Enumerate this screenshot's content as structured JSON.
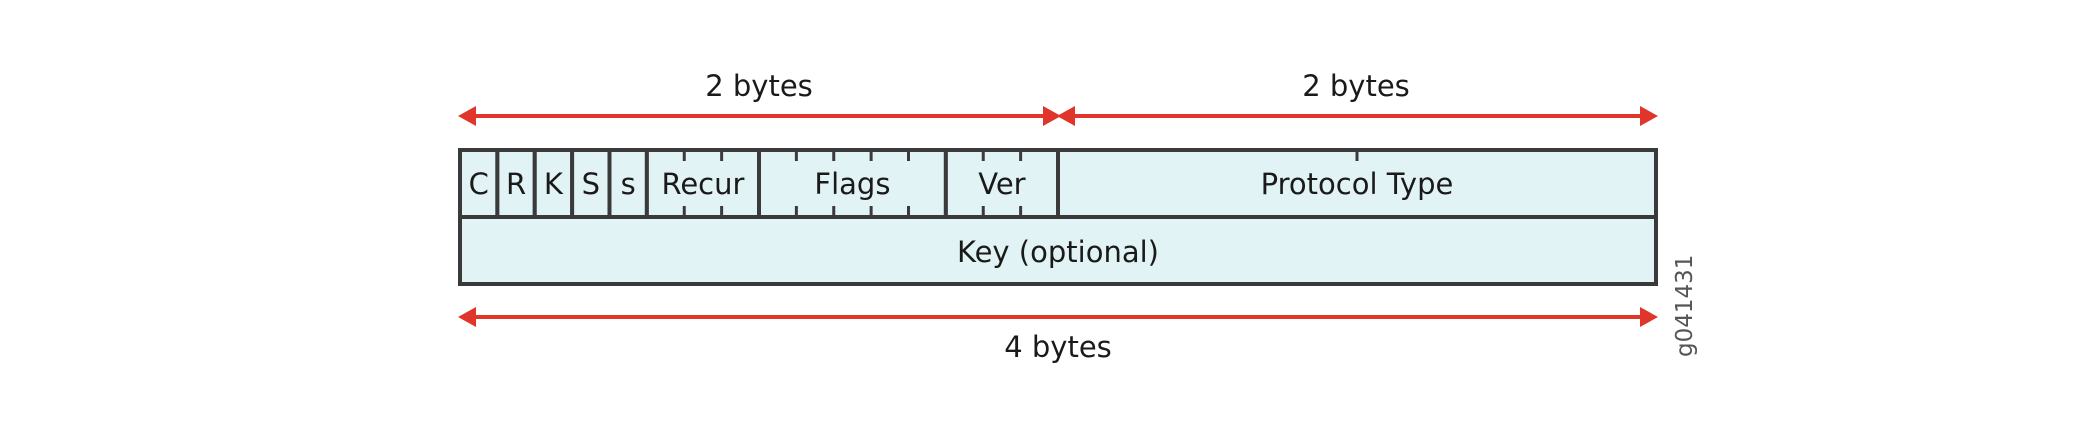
{
  "colors": {
    "arrow": "#e0352b",
    "border": "#3a3a3a",
    "fill": "#e2f3f5",
    "text": "#1a1a1a",
    "figure_id": "#555555"
  },
  "dimensions": {
    "top_left": "2 bytes",
    "top_right": "2 bytes",
    "bottom": "4 bytes"
  },
  "header_fields": [
    {
      "label": "C",
      "bits": 1
    },
    {
      "label": "R",
      "bits": 1
    },
    {
      "label": "K",
      "bits": 1
    },
    {
      "label": "S",
      "bits": 1
    },
    {
      "label": "s",
      "bits": 1
    },
    {
      "label": "Recur",
      "bits": 3
    },
    {
      "label": "Flags",
      "bits": 5
    },
    {
      "label": "Ver",
      "bits": 3
    },
    {
      "label": "Protocol Type",
      "bits": 16
    }
  ],
  "key_row": {
    "label": "Key (optional)"
  },
  "figure_id": "g041431"
}
